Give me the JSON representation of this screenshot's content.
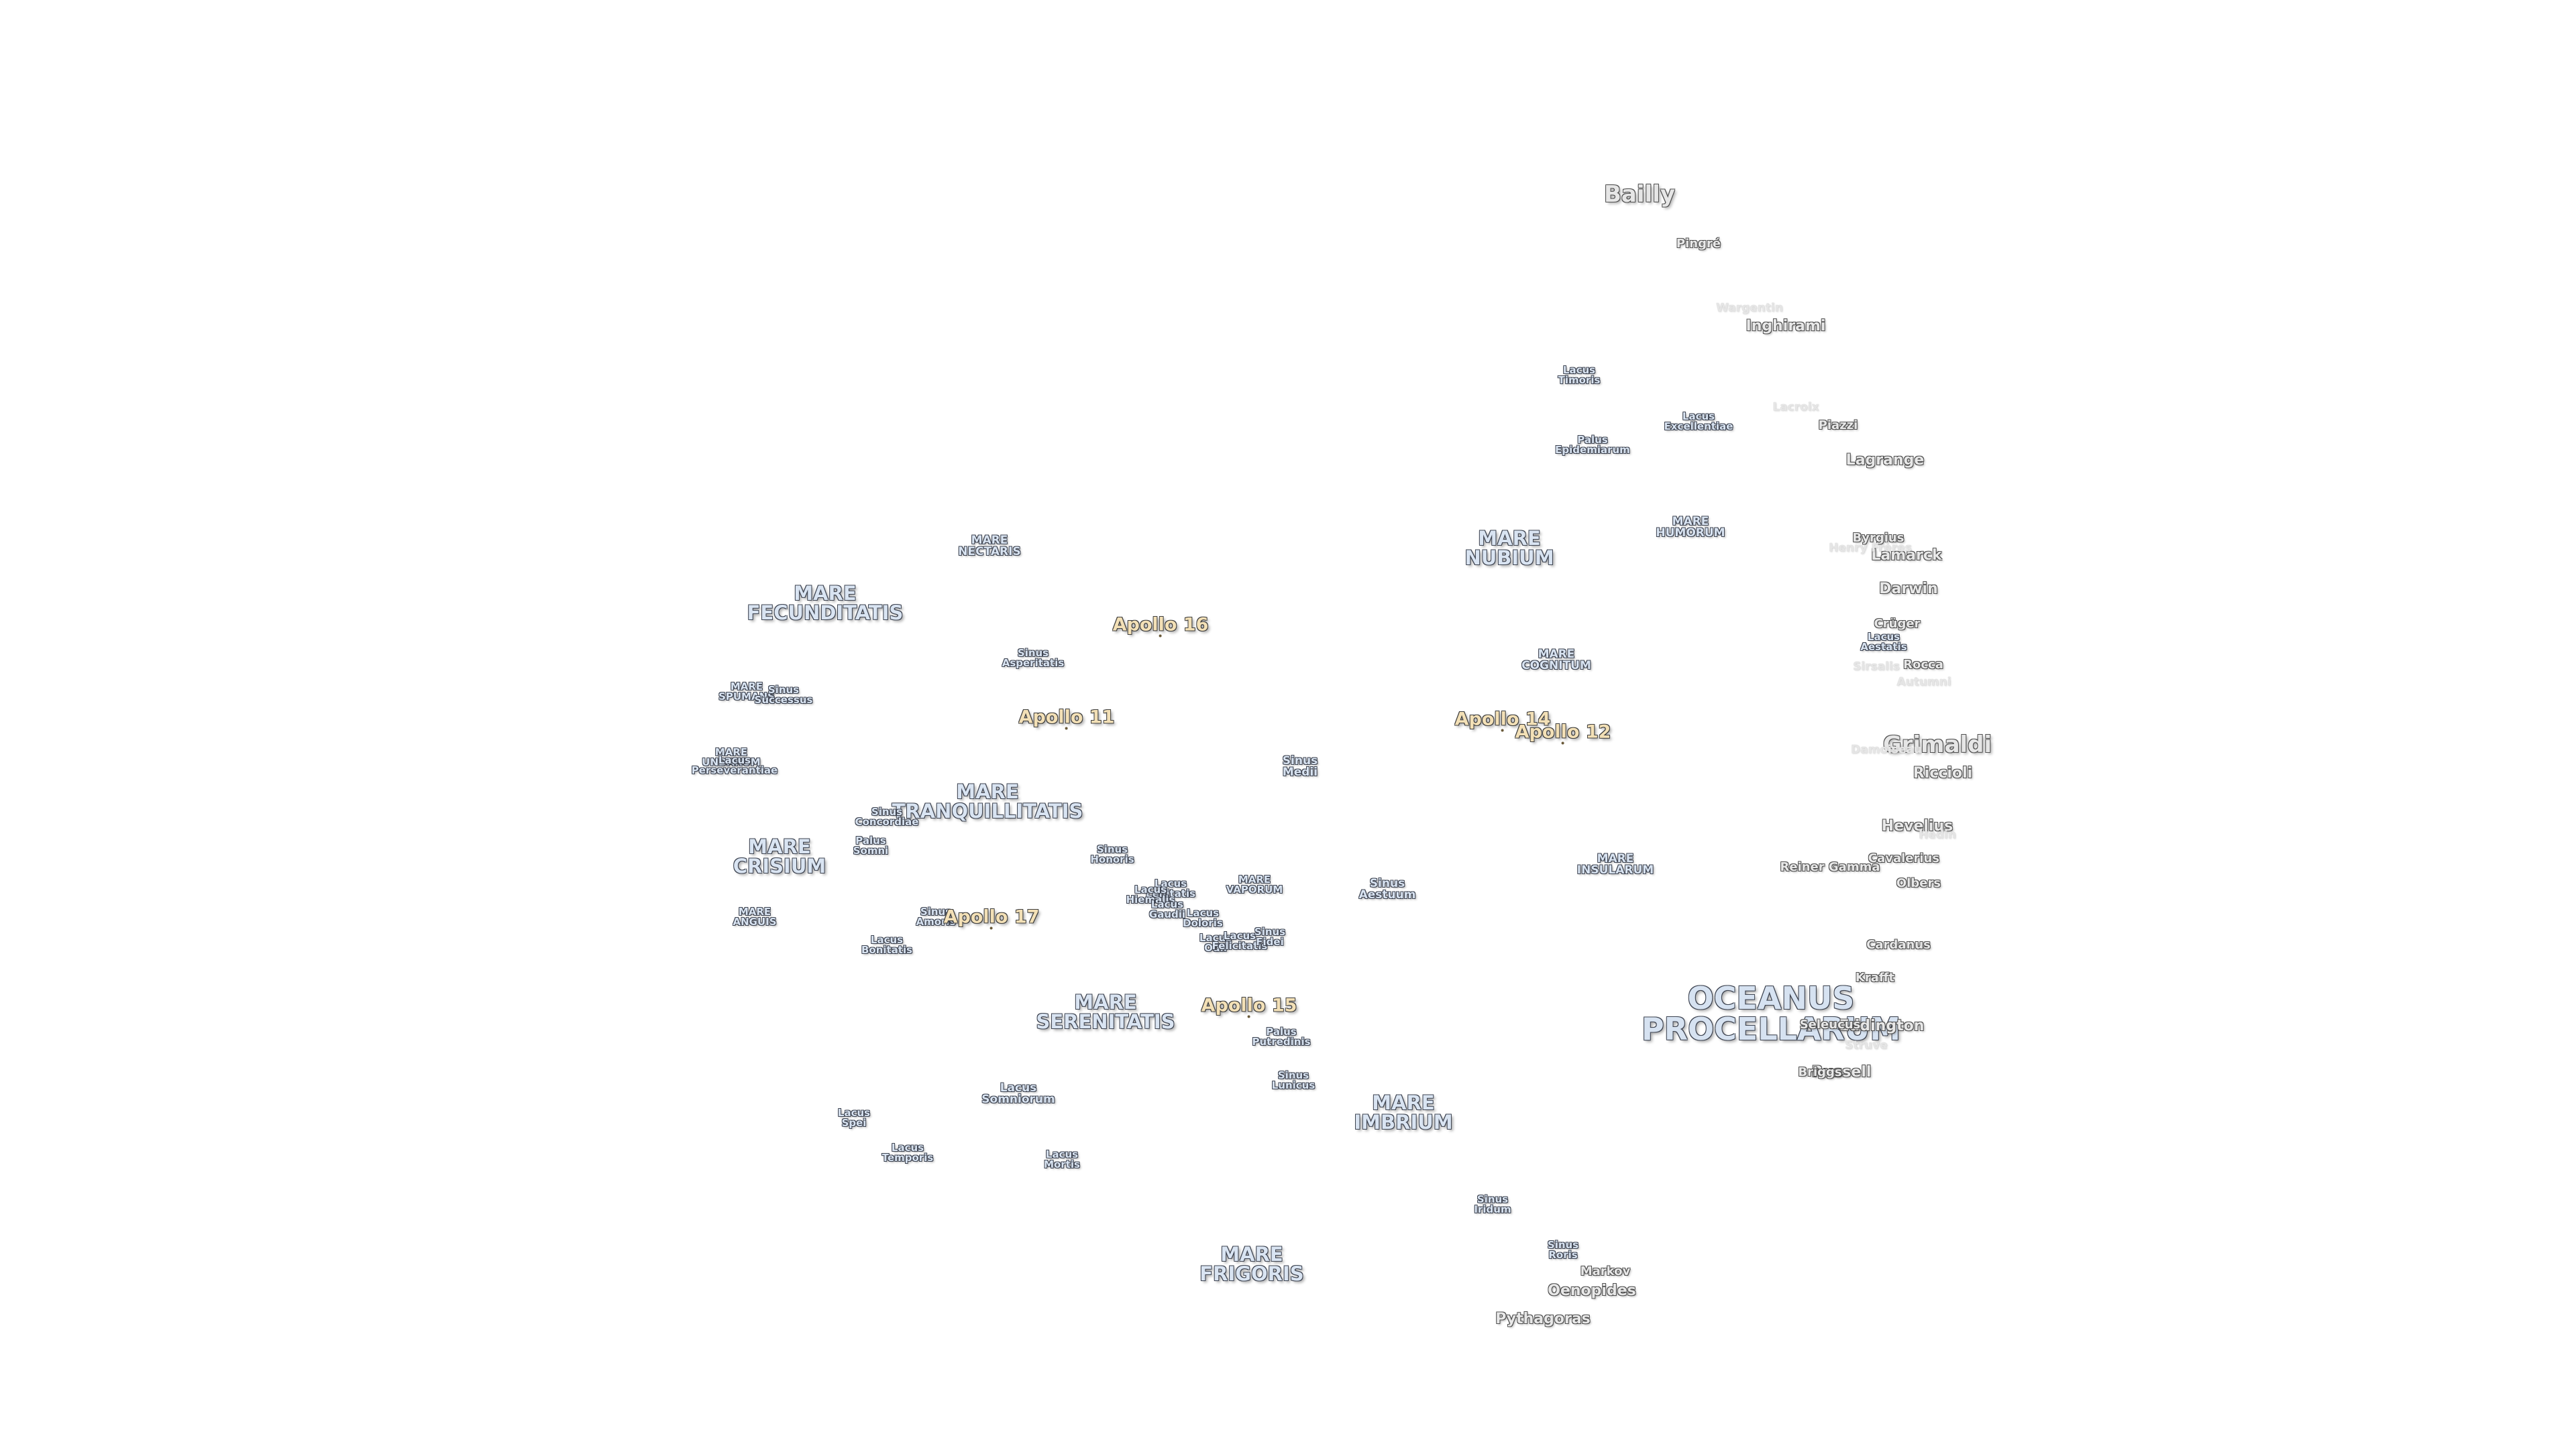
{
  "maria": [
    {
      "text": "MARE\nFECUNDITATIS"
    },
    {
      "text": "MARE\nNECTARIS"
    },
    {
      "text": "MARE\nTRANQUILLITATIS"
    },
    {
      "text": "MARE\nCRISIUM"
    },
    {
      "text": "MARE\nSERENITATIS"
    },
    {
      "text": "MARE\nFRIGORIS"
    },
    {
      "text": "MARE\nIMBRIUM"
    },
    {
      "text": "MARE\nNUBIUM"
    },
    {
      "text": "MARE\nHUMORUM"
    },
    {
      "text": "MARE\nCOGNITUM"
    },
    {
      "text": "MARE\nINSULARUM"
    },
    {
      "text": "MARE\nVAPORUM"
    },
    {
      "text": "MARE\nSPUMANS"
    },
    {
      "text": "MARE\nUNDARUM"
    },
    {
      "text": "MARE\nANGUIS"
    }
  ],
  "oceanus": {
    "text": "OCEANUS\nPROCELLARUM"
  },
  "lakes_bays": [
    {
      "text": "Sinus\nAsperitatis"
    },
    {
      "text": "Sinus\nSuccessus"
    },
    {
      "text": "Lacus\nPerseverantiae"
    },
    {
      "text": "Sinus\nConcordiae"
    },
    {
      "text": "Palus\nSomni"
    },
    {
      "text": "Sinus\nAmoris"
    },
    {
      "text": "Lacus\nBonitatis"
    },
    {
      "text": "Lacus\nSomniorum"
    },
    {
      "text": "Lacus\nSpei"
    },
    {
      "text": "Lacus\nTemporis"
    },
    {
      "text": "Lacus\nMortis"
    },
    {
      "text": "Sinus\nHonoris"
    },
    {
      "text": "Lacus\nLenitatis"
    },
    {
      "text": "Lacus\nHiemalis"
    },
    {
      "text": "Lacus\nGaudii"
    },
    {
      "text": "Lacus\nDoloris"
    },
    {
      "text": "Lacus\nOdii"
    },
    {
      "text": "Lacus\nFelicitatis"
    },
    {
      "text": "Sinus\nFidei"
    },
    {
      "text": "Palus\nPutredinis"
    },
    {
      "text": "Sinus\nLunicus"
    },
    {
      "text": "Sinus\nMedii"
    },
    {
      "text": "Sinus\nAestuum"
    },
    {
      "text": "Sinus\nIridum"
    },
    {
      "text": "Sinus\nRoris"
    },
    {
      "text": "Lacus\nTimoris"
    },
    {
      "text": "Palus\nEpidemiarum"
    },
    {
      "text": "Lacus\nExcellentiae"
    },
    {
      "text": "Lacus\nAestatis"
    }
  ],
  "apollo_sites": [
    {
      "text": "Apollo 16"
    },
    {
      "text": "Apollo 11"
    },
    {
      "text": "Apollo 17"
    },
    {
      "text": "Apollo 15"
    },
    {
      "text": "Apollo 14"
    },
    {
      "text": "Apollo 12"
    }
  ],
  "craters": [
    {
      "text": "Bailly"
    },
    {
      "text": "Pingré"
    },
    {
      "text": "Inghirami"
    },
    {
      "text": "Piazzi"
    },
    {
      "text": "Lagrange"
    },
    {
      "text": "Byrgius"
    },
    {
      "text": "Lamarck"
    },
    {
      "text": "Darwin"
    },
    {
      "text": "Crüger"
    },
    {
      "text": "Rocca"
    },
    {
      "text": "Grimaldi"
    },
    {
      "text": "Riccioli"
    },
    {
      "text": "Hevelius"
    },
    {
      "text": "Cavalerius"
    },
    {
      "text": "Olbers"
    },
    {
      "text": "Reiner Gamma"
    },
    {
      "text": "Cardanus"
    },
    {
      "text": "Krafft"
    },
    {
      "text": "Eddington"
    },
    {
      "text": "Seleucus"
    },
    {
      "text": "Russell"
    },
    {
      "text": "Briggs"
    },
    {
      "text": "Markov"
    },
    {
      "text": "Oenopides"
    },
    {
      "text": "Pythagoras"
    }
  ],
  "faint_labels": [
    {
      "text": "Wargentin"
    },
    {
      "text": "Lacroix"
    },
    {
      "text": "Henry Frères"
    },
    {
      "text": "Sirsalis"
    },
    {
      "text": "Autumni"
    },
    {
      "text": "Damoiseau"
    },
    {
      "text": "Hedin"
    },
    {
      "text": "Struve"
    }
  ]
}
